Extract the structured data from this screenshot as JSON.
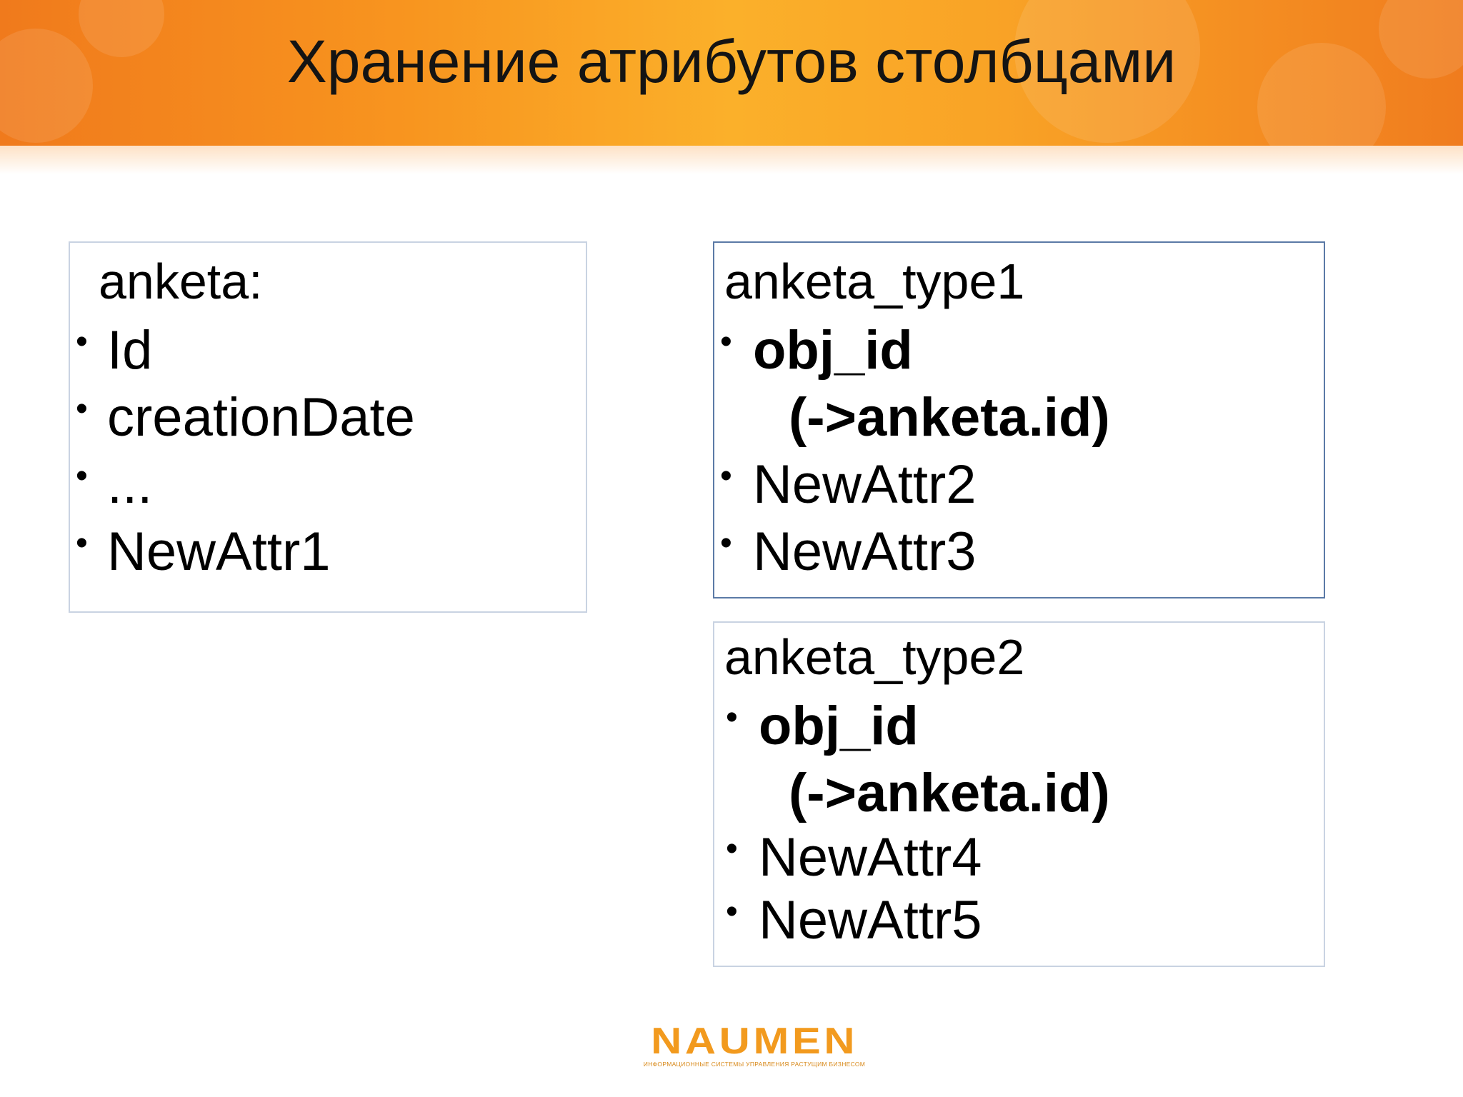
{
  "slide": {
    "title": "Хранение атрибутов столбцами"
  },
  "boxes": {
    "anketa": {
      "title": "anketa:",
      "items": [
        "Id",
        "creationDate",
        "...",
        "NewAttr1"
      ]
    },
    "type1": {
      "title": "anketa_type1",
      "key_label": "obj_id",
      "key_ref": "(->anketa.id)",
      "items": [
        "NewAttr2",
        "NewAttr3"
      ]
    },
    "type2": {
      "title": "anketa_type2",
      "key_label": "obj_id",
      "key_ref": "(->anketa.id)",
      "items": [
        "NewAttr4",
        "NewAttr5"
      ]
    }
  },
  "bullet_glyph": "•",
  "logo": {
    "name": "NAUMEN",
    "tagline": "ИНФОРМАЦИОННЫЕ СИСТЕМЫ УПРАВЛЕНИЯ РАСТУЩИМ БИЗНЕСОМ"
  },
  "colors": {
    "header_orange": "#f8951f",
    "logo_orange": "#f29a1e",
    "active_box_border": "#5b7aa6",
    "box_border": "#c9d3e2"
  }
}
